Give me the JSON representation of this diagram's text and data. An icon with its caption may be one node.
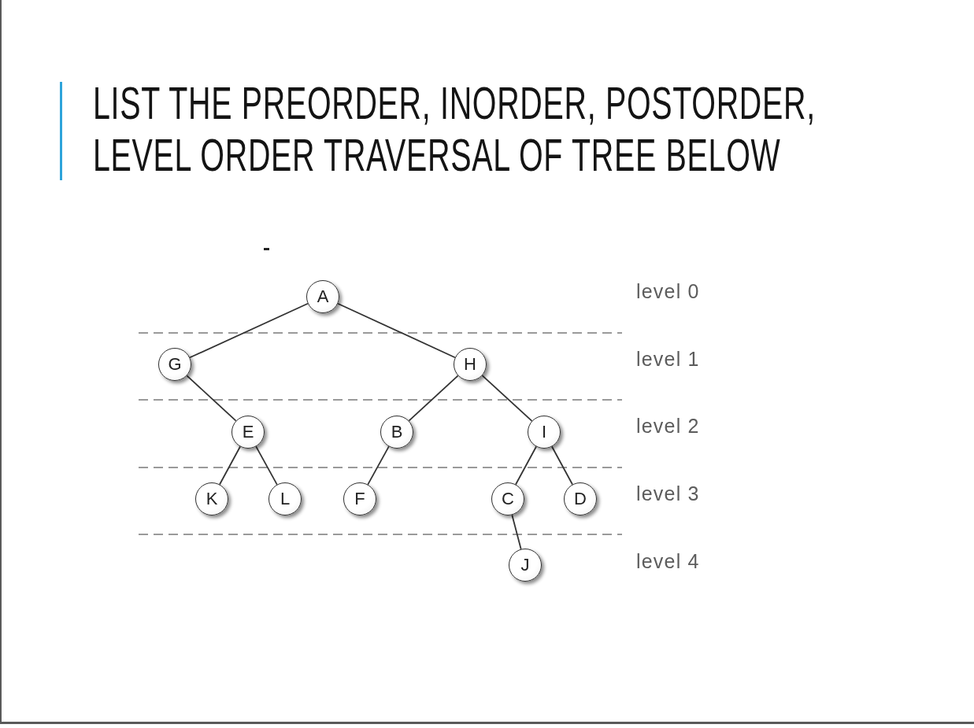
{
  "diagram": {
    "title": "LIST THE PREORDER, INORDER, POSTORDER, LEVEL ORDER TRAVERSAL OF TREE BELOW",
    "nodes": [
      {
        "text": [
          "A"
        ]
      },
      {
        "text": [
          "G"
        ]
      },
      {
        "text": [
          "H"
        ]
      },
      {
        "text": [
          "E"
        ]
      },
      {
        "text": [
          "B"
        ]
      },
      {
        "text": [
          "I"
        ]
      },
      {
        "text": [
          "K"
        ]
      },
      {
        "text": [
          "L"
        ]
      },
      {
        "text": [
          "F"
        ]
      },
      {
        "text": [
          "C"
        ]
      },
      {
        "text": [
          "D"
        ]
      },
      {
        "text": [
          "J"
        ]
      }
    ],
    "edges": [
      {
        "from": 0,
        "to": 1,
        "arrow": "none"
      },
      {
        "from": 0,
        "to": 2,
        "arrow": "none"
      },
      {
        "from": 1,
        "to": 3,
        "arrow": "none"
      },
      {
        "from": 2,
        "to": 4,
        "arrow": "none"
      },
      {
        "from": 2,
        "to": 5,
        "arrow": "none"
      },
      {
        "from": 3,
        "to": 6,
        "arrow": "none"
      },
      {
        "from": 3,
        "to": 7,
        "arrow": "none"
      },
      {
        "from": 4,
        "to": 8,
        "arrow": "none"
      },
      {
        "from": 5,
        "to": 9,
        "arrow": "none"
      },
      {
        "from": 5,
        "to": 10,
        "arrow": "none"
      },
      {
        "from": 9,
        "to": 11,
        "arrow": "none"
      }
    ],
    "labels": [
      "level 0",
      "level 1",
      "level 2",
      "level 3",
      "level 4"
    ]
  }
}
